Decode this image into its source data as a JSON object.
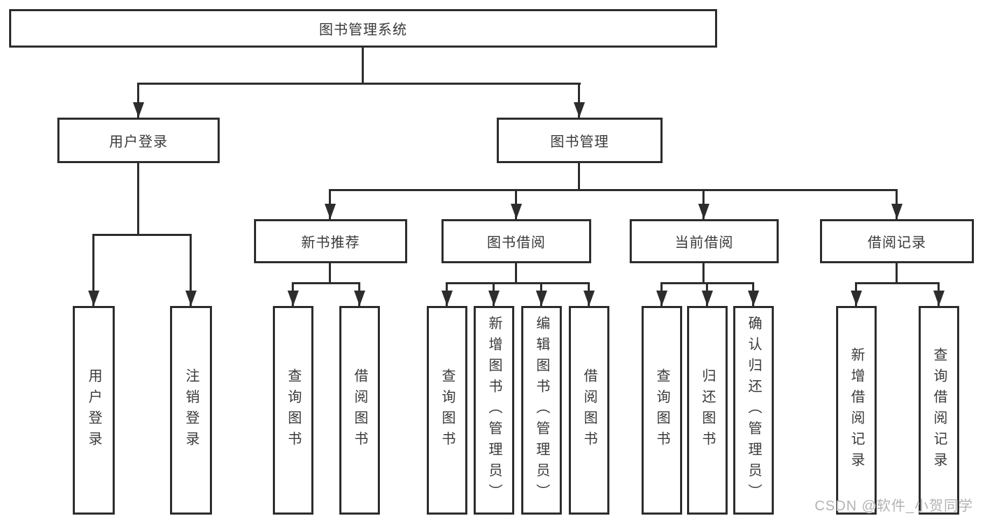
{
  "tree": {
    "root": {
      "label": "图书管理系统"
    },
    "level2": [
      {
        "label": "用户登录",
        "children": [
          {
            "label": "用户登录"
          },
          {
            "label": "注销登录"
          }
        ]
      },
      {
        "label": "图书管理",
        "children": [
          {
            "label": "新书推荐",
            "children": [
              {
                "label": "查询图书"
              },
              {
                "label": "借阅图书"
              }
            ]
          },
          {
            "label": "图书借阅",
            "children": [
              {
                "label": "查询图书"
              },
              {
                "label": "新增图书（管理员）"
              },
              {
                "label": "编辑图书（管理员）"
              },
              {
                "label": "借阅图书"
              }
            ]
          },
          {
            "label": "当前借阅",
            "children": [
              {
                "label": "查询图书"
              },
              {
                "label": "归还图书"
              },
              {
                "label": "确认归还（管理员）"
              }
            ]
          },
          {
            "label": "借阅记录",
            "children": [
              {
                "label": "新增借阅记录"
              },
              {
                "label": "查询借阅记录"
              }
            ]
          }
        ]
      }
    ]
  },
  "watermark": {
    "text": "CSDN @软件_小贺同学"
  },
  "colors": {
    "line": "#2d2d2d",
    "text": "#3a3a3a",
    "background": "#ffffff",
    "watermark": "#b3b3b3"
  }
}
